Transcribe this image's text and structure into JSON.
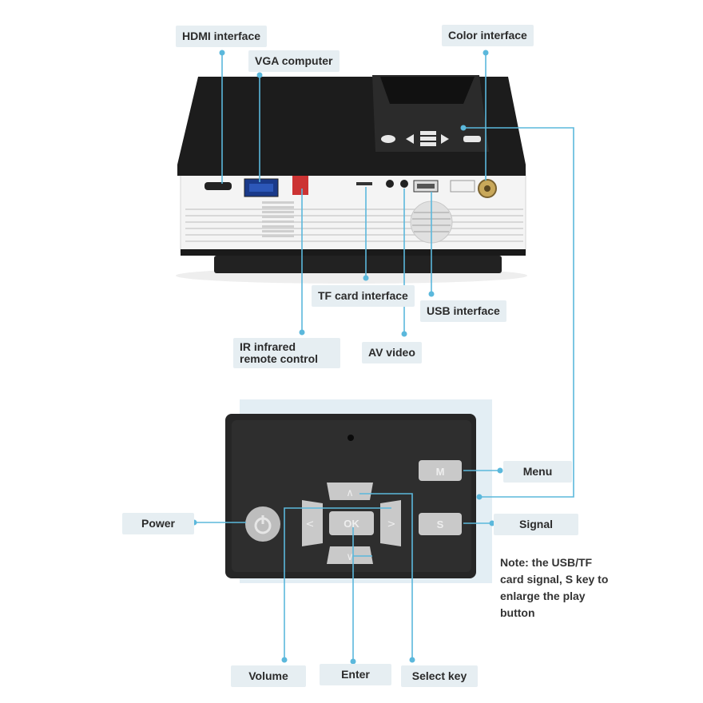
{
  "labels": {
    "hdmi": "HDMI interface",
    "vga": "VGA computer",
    "color": "Color interface",
    "tf_card": "TF card interface",
    "usb": "USB interface",
    "ir_remote": "IR infrared remote control",
    "av_video": "AV video",
    "menu": "Menu",
    "power": "Power",
    "signal": "Signal",
    "volume": "Volume",
    "enter": "Enter",
    "select": "Select key"
  },
  "keys": {
    "menu_glyph": "M",
    "signal_glyph": "S",
    "ok_glyph": "OK",
    "up_glyph": "∧",
    "down_glyph": "∨",
    "left_glyph": "<",
    "right_glyph": ">"
  },
  "note": "Note: the USB/TF card signal, S key to enlarge the play button",
  "colors": {
    "accent": "#5bb8dc",
    "label_bg": "#e6eef2",
    "projector_top": "#1c1c1c",
    "panel": "#262626",
    "key": "#c9c9c9"
  }
}
